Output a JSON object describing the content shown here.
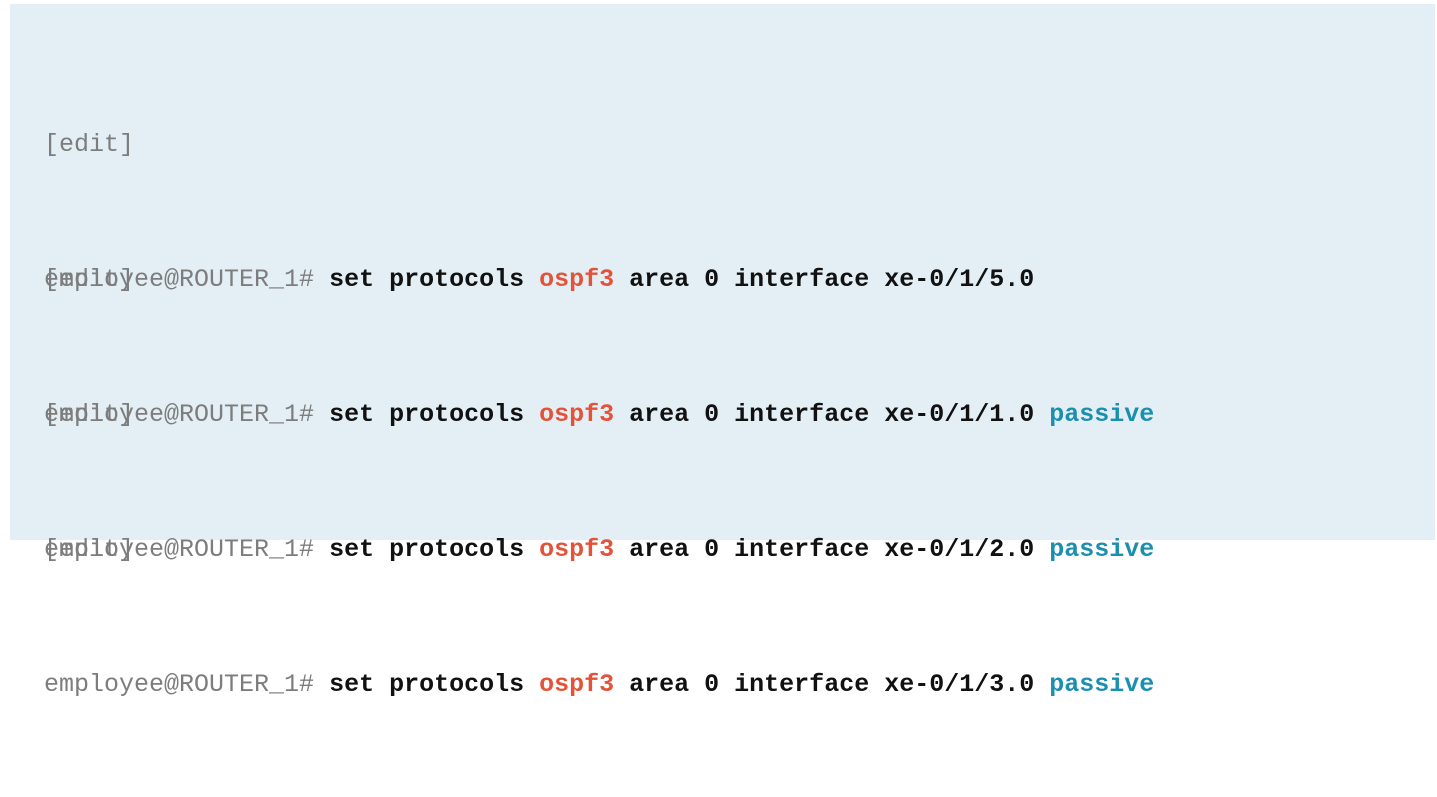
{
  "colors": {
    "panel_background": "#e4eff5",
    "prompt_gray": "#7d7d7d",
    "command_black": "#111111",
    "ospf3_red": "#e3533a",
    "passive_blue": "#1a8fb0"
  },
  "blocks": [
    {
      "edit": "[edit]",
      "prompt": "employee@ROUTER_1#",
      "cmd_start": "set protocols",
      "protocol": "ospf3",
      "cmd_end": "area 0 interface xe-0/1/5.0",
      "modifier": ""
    },
    {
      "edit": "[edit]",
      "prompt": "employee@ROUTER_1#",
      "cmd_start": "set protocols",
      "protocol": "ospf3",
      "cmd_end": "area 0 interface xe-0/1/1.0",
      "modifier": "passive"
    },
    {
      "edit": "[edit]",
      "prompt": "employee@ROUTER_1#",
      "cmd_start": "set protocols",
      "protocol": "ospf3",
      "cmd_end": "area 0 interface xe-0/1/2.0",
      "modifier": "passive"
    },
    {
      "edit": "[edit]",
      "prompt": "employee@ROUTER_1#",
      "cmd_start": "set protocols",
      "protocol": "ospf3",
      "cmd_end": "area 0 interface xe-0/1/3.0",
      "modifier": "passive"
    }
  ]
}
